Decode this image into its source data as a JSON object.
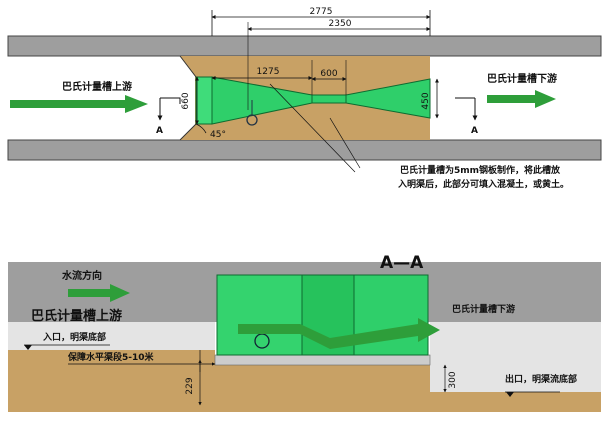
{
  "plan": {
    "dim_total": "2775",
    "dim_inner": "2350",
    "dim_throat_len": "1275",
    "dim_throat_sect": "600",
    "dim_upstream_width": "660",
    "dim_downstream_width": "450",
    "angle": "45°",
    "section_mark": "A",
    "upstream_label": "巴氏计量槽上游",
    "downstream_label": "巴氏计量槽下游",
    "note_line1": "巴氏计量槽为5mm钢板制作，将此槽放",
    "note_line2": "入明渠后，此部分可填入混凝土，或黄土。"
  },
  "section": {
    "title": "A—A",
    "flow_direction": "水流方向",
    "upstream_label": "巴氏计量槽上游",
    "inlet_label": "入口，明渠底部",
    "level_note": "保障水平渠段5-10米",
    "downstream_label": "巴氏计量槽下游",
    "outlet_label": "出口，明渠流底部",
    "dim_drop": "300",
    "dim_height": "229"
  },
  "colors": {
    "channel_wall": "#9e9e9e",
    "soil": "#c8a165",
    "flume_green": "#2fcf6a",
    "arrow_green": "#2e9e3a",
    "concrete": "#e0e0e0"
  }
}
